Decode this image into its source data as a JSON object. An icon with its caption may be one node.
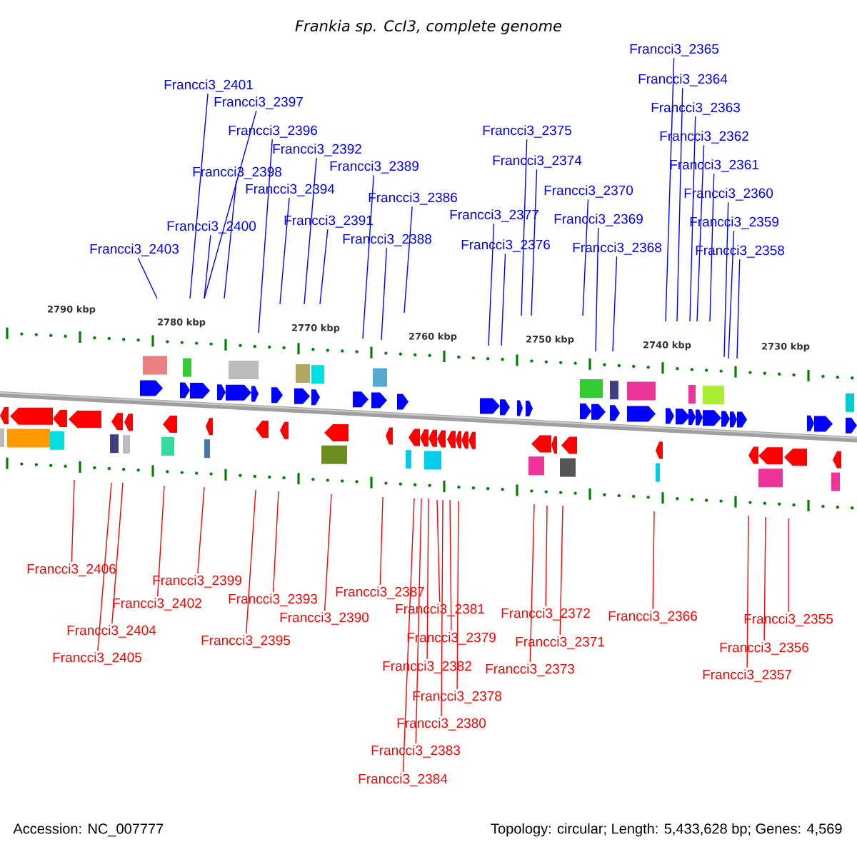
{
  "diagram": {
    "title": "Frankia sp. CcI3, complete genome",
    "nodes": [
      {
        "text": [
          "Francci3_2365"
        ]
      },
      {
        "text": [
          "Francci3_2364"
        ]
      },
      {
        "text": [
          "Francci3_2401"
        ]
      },
      {
        "text": [
          "Francci3_2397"
        ]
      },
      {
        "text": [
          "Francci3_2363"
        ]
      },
      {
        "text": [
          "Francci3_2396"
        ]
      },
      {
        "text": [
          "Francci3_2375"
        ]
      },
      {
        "text": [
          "Francci3_2362"
        ]
      },
      {
        "text": [
          "Francci3_2392"
        ]
      },
      {
        "text": [
          "Francci3_2374"
        ]
      },
      {
        "text": [
          "Francci3_2361"
        ]
      },
      {
        "text": [
          "Francci3_2389"
        ]
      },
      {
        "text": [
          "Francci3_2398"
        ]
      },
      {
        "text": [
          "Francci3_2394"
        ]
      },
      {
        "text": [
          "Francci3_2370"
        ]
      },
      {
        "text": [
          "Francci3_2360"
        ]
      },
      {
        "text": [
          "Francci3_2386"
        ]
      },
      {
        "text": [
          "Francci3_2377"
        ]
      },
      {
        "text": [
          "Francci3_2369"
        ]
      },
      {
        "text": [
          "Francci3_2391"
        ]
      },
      {
        "text": [
          "Francci3_2359"
        ]
      },
      {
        "text": [
          "Francci3_2400"
        ]
      },
      {
        "text": [
          "Francci3_2388"
        ]
      },
      {
        "text": [
          "Francci3_2376"
        ]
      },
      {
        "text": [
          "Francci3_2368"
        ]
      },
      {
        "text": [
          "Francci3_2403"
        ]
      },
      {
        "text": [
          "Francci3_2358"
        ]
      },
      {
        "text": [
          "Francci3_2406"
        ]
      },
      {
        "text": [
          "Francci3_2399"
        ]
      },
      {
        "text": [
          "Francci3_2387"
        ]
      },
      {
        "text": [
          "Francci3_2393"
        ]
      },
      {
        "text": [
          "Francci3_2402"
        ]
      },
      {
        "text": [
          "Francci3_2381"
        ]
      },
      {
        "text": [
          "Francci3_2372"
        ]
      },
      {
        "text": [
          "Francci3_2366"
        ]
      },
      {
        "text": [
          "Francci3_2390"
        ]
      },
      {
        "text": [
          "Francci3_2355"
        ]
      },
      {
        "text": [
          "Francci3_2404"
        ]
      },
      {
        "text": [
          "Francci3_2379"
        ]
      },
      {
        "text": [
          "Francci3_2395"
        ]
      },
      {
        "text": [
          "Francci3_2371"
        ]
      },
      {
        "text": [
          "Francci3_2356"
        ]
      },
      {
        "text": [
          "Francci3_2405"
        ]
      },
      {
        "text": [
          "Francci3_2382"
        ]
      },
      {
        "text": [
          "Francci3_2373"
        ]
      },
      {
        "text": [
          "Francci3_2357"
        ]
      },
      {
        "text": [
          "Francci3_2378"
        ]
      },
      {
        "text": [
          "Francci3_2380"
        ]
      },
      {
        "text": [
          "Francci3_2383"
        ]
      },
      {
        "text": [
          "Francci3_2384"
        ]
      }
    ],
    "edges": [
      {
        "from": 0,
        "to": null,
        "arrow": "none"
      },
      {
        "from": 1,
        "to": null,
        "arrow": "none"
      },
      {
        "from": 2,
        "to": null,
        "arrow": "none"
      },
      {
        "from": 3,
        "to": null,
        "arrow": "none"
      },
      {
        "from": 4,
        "to": null,
        "arrow": "none"
      },
      {
        "from": 5,
        "to": null,
        "arrow": "none"
      },
      {
        "from": 6,
        "to": null,
        "arrow": "none"
      },
      {
        "from": 7,
        "to": null,
        "arrow": "none"
      },
      {
        "from": 8,
        "to": null,
        "arrow": "none"
      },
      {
        "from": 9,
        "to": null,
        "arrow": "none"
      },
      {
        "from": 10,
        "to": null,
        "arrow": "none"
      },
      {
        "from": 11,
        "to": null,
        "arrow": "none"
      },
      {
        "from": 12,
        "to": null,
        "arrow": "none"
      },
      {
        "from": 13,
        "to": null,
        "arrow": "none"
      },
      {
        "from": 14,
        "to": null,
        "arrow": "none"
      },
      {
        "from": 15,
        "to": null,
        "arrow": "none"
      },
      {
        "from": 16,
        "to": null,
        "arrow": "none"
      },
      {
        "from": 17,
        "to": null,
        "arrow": "none"
      },
      {
        "from": 18,
        "to": null,
        "arrow": "none"
      },
      {
        "from": 19,
        "to": null,
        "arrow": "none"
      },
      {
        "from": 20,
        "to": null,
        "arrow": "none"
      },
      {
        "from": 21,
        "to": null,
        "arrow": "none"
      },
      {
        "from": 22,
        "to": null,
        "arrow": "none"
      },
      {
        "from": 23,
        "to": null,
        "arrow": "none"
      },
      {
        "from": 24,
        "to": null,
        "arrow": "none"
      },
      {
        "from": 25,
        "to": null,
        "arrow": "none"
      },
      {
        "from": 26,
        "to": null,
        "arrow": "none"
      },
      {
        "from": 27,
        "to": null,
        "arrow": "none",
        "color": "#ff0000"
      },
      {
        "from": 28,
        "to": null,
        "arrow": "none",
        "color": "#ff0000"
      },
      {
        "from": 29,
        "to": null,
        "arrow": "none",
        "color": "#ff0000"
      },
      {
        "from": 30,
        "to": null,
        "arrow": "none",
        "color": "#ff0000"
      },
      {
        "from": 31,
        "to": null,
        "arrow": "none",
        "color": "#ff0000"
      },
      {
        "from": 32,
        "to": null,
        "arrow": "none",
        "color": "#ff0000"
      },
      {
        "from": 33,
        "to": null,
        "arrow": "none",
        "color": "#ff0000"
      },
      {
        "from": 34,
        "to": null,
        "arrow": "none",
        "color": "#ff0000"
      },
      {
        "from": 35,
        "to": null,
        "arrow": "none",
        "color": "#ff0000"
      },
      {
        "from": 36,
        "to": null,
        "arrow": "none",
        "color": "#ff0000"
      },
      {
        "from": 37,
        "to": null,
        "arrow": "none",
        "color": "#ff0000"
      },
      {
        "from": 38,
        "to": null,
        "arrow": "none",
        "color": "#ff0000"
      },
      {
        "from": 39,
        "to": null,
        "arrow": "none",
        "color": "#ff0000"
      },
      {
        "from": 40,
        "to": null,
        "arrow": "none",
        "color": "#ff0000"
      },
      {
        "from": 41,
        "to": null,
        "arrow": "none",
        "color": "#ff0000"
      },
      {
        "from": 42,
        "to": null,
        "arrow": "none",
        "color": "#ff0000"
      },
      {
        "from": 43,
        "to": null,
        "arrow": "none",
        "color": "#ff0000"
      },
      {
        "from": 44,
        "to": null,
        "arrow": "none",
        "color": "#ff0000"
      },
      {
        "from": 45,
        "to": null,
        "arrow": "none",
        "color": "#ff0000"
      },
      {
        "from": 46,
        "to": null,
        "arrow": "none",
        "color": "#ff0000"
      },
      {
        "from": 47,
        "to": null,
        "arrow": "none",
        "color": "#ff0000"
      },
      {
        "from": 48,
        "to": null,
        "arrow": "none",
        "color": "#ff0000"
      },
      {
        "from": 49,
        "to": null,
        "arrow": "none",
        "color": "#ff0000"
      }
    ],
    "labels": [
      "2790 kbp",
      "2780 kbp",
      "2770 kbp",
      "2760 kbp",
      "2750 kbp",
      "2740 kbp",
      "2730 kbp",
      "Accession: NC_007777",
      "Topology: circular; Length: 5,433,628 bp; Genes: 4,569"
    ]
  }
}
